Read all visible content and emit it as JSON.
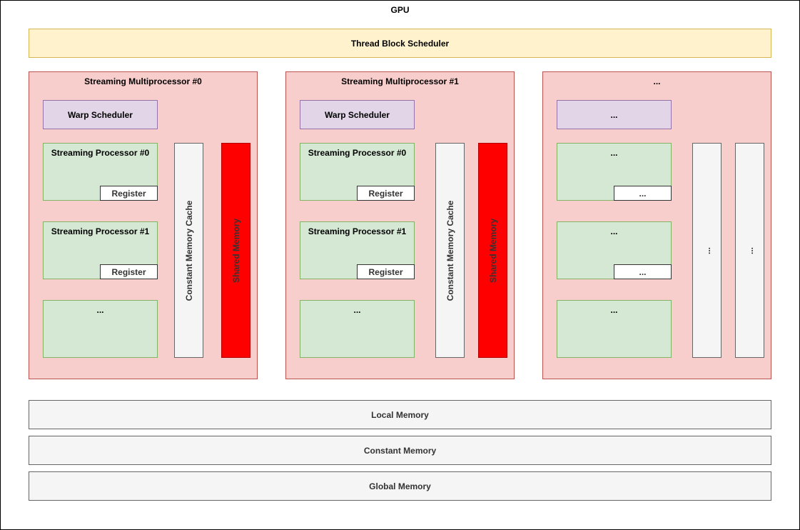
{
  "gpu_label": "GPU",
  "thread_block_scheduler": "Thread Block Scheduler",
  "sm0": {
    "title": "Streaming Multiprocessor #0",
    "warp_scheduler": "Warp Scheduler",
    "sp0": {
      "title": "Streaming Processor #0",
      "register": "Register"
    },
    "sp1": {
      "title": "Streaming Processor #1",
      "register": "Register"
    },
    "sp_more": "...",
    "constant_memory_cache": "Constant Memory Cache",
    "shared_memory": "Shared Memory"
  },
  "sm1": {
    "title": "Streaming Multiprocessor #1",
    "warp_scheduler": "Warp Scheduler",
    "sp0": {
      "title": "Streaming Processor #0",
      "register": "Register"
    },
    "sp1": {
      "title": "Streaming Processor #1",
      "register": "Register"
    },
    "sp_more": "...",
    "constant_memory_cache": "Constant Memory Cache",
    "shared_memory": "Shared Memory"
  },
  "sm_more": {
    "title": "...",
    "warp_scheduler": "...",
    "sp0": {
      "title": "...",
      "register": "..."
    },
    "sp1": {
      "title": "...",
      "register": "..."
    },
    "sp_more": "...",
    "col1": "...",
    "col2": "..."
  },
  "local_memory": "Local Memory",
  "constant_memory": "Constant Memory",
  "global_memory": "Global Memory",
  "colors": {
    "scheduler_fill": "#fff2cc",
    "sm_fill": "#f8cecc",
    "warp_fill": "#e1d5e7",
    "sp_fill": "#d5e8d4",
    "shared_memory_fill": "#ff0000",
    "memory_fill": "#f5f5f5"
  }
}
